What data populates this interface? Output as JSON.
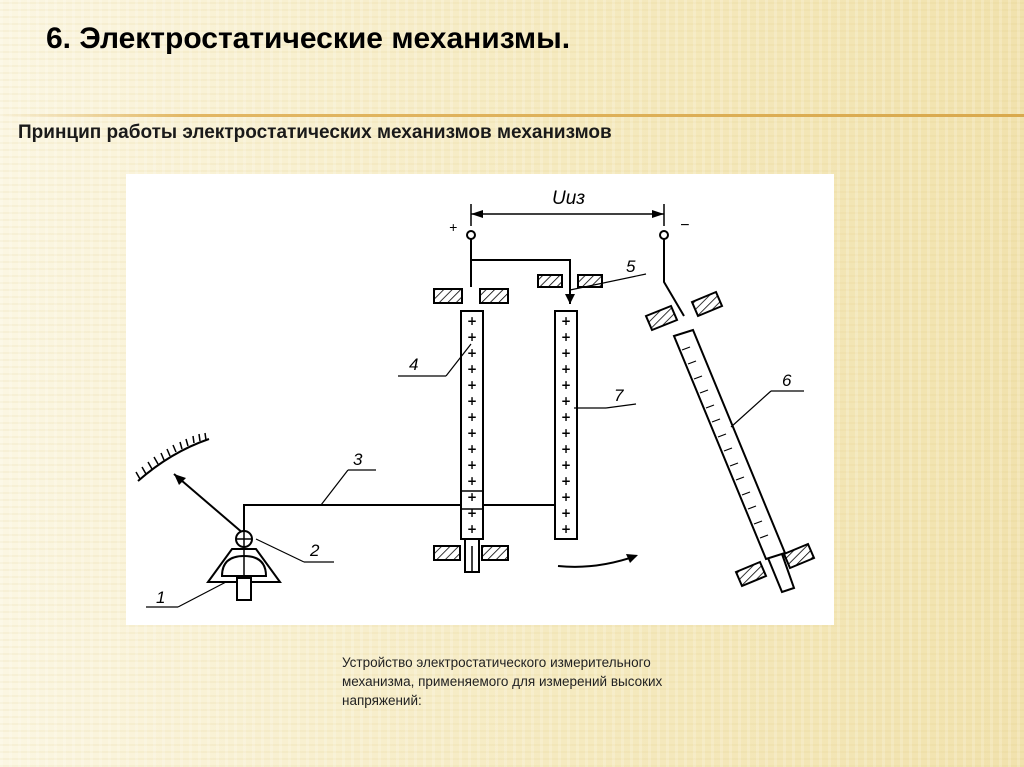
{
  "slide": {
    "title": "6. Электростатические механизмы.",
    "subtitle": "Принцип работы электростатических механизмов механизмов",
    "caption": "Устройство электростатического измерительного механизма, применяемого для измерений высоких напряжений:"
  },
  "diagram": {
    "voltage_label": "Uиз",
    "plus_terminal": "+",
    "minus_terminal": "−",
    "labels": {
      "l1": "1",
      "l2": "2",
      "l3": "3",
      "l4": "4",
      "l5": "5",
      "l6": "6",
      "l7": "7"
    },
    "plate_sign": "+"
  }
}
